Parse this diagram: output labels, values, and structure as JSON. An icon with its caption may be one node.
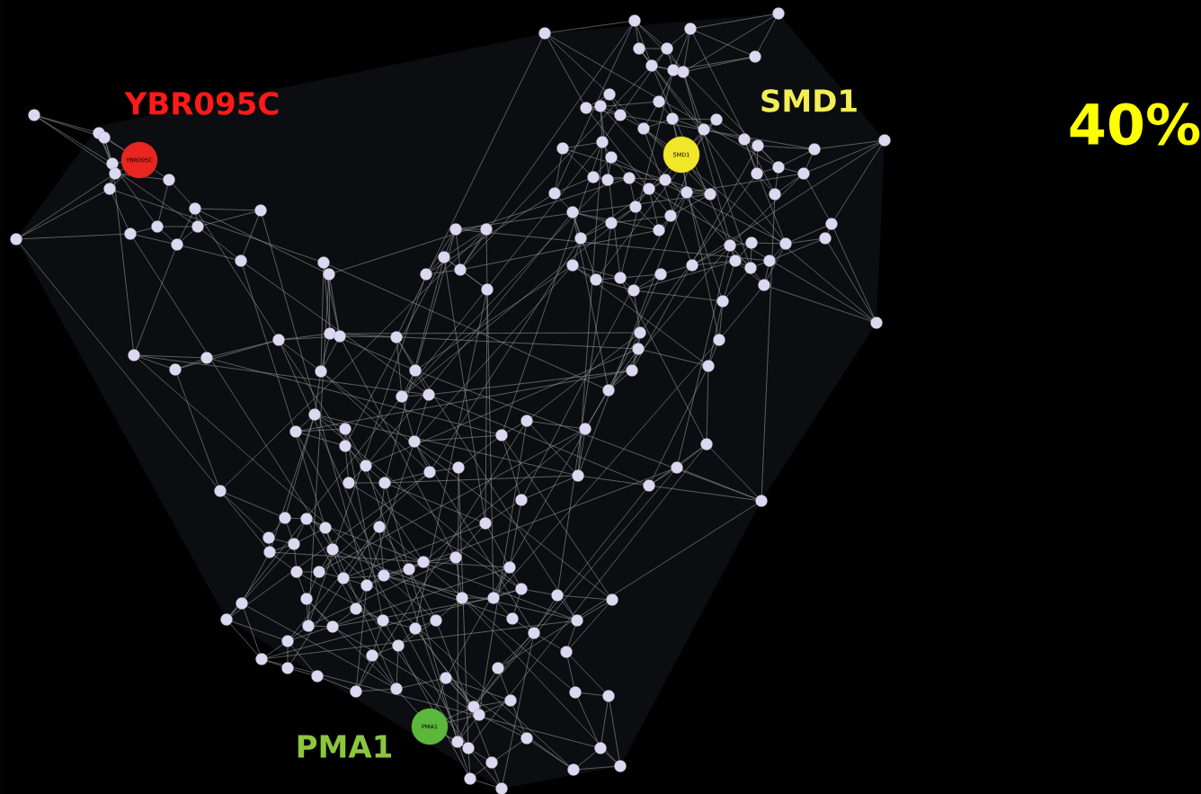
{
  "diagram": {
    "nodes": [
      {
        "text": [
          "YBR095C"
        ],
        "beside": [
          "YBR095C"
        ]
      },
      {
        "text": [
          "SMD1"
        ],
        "beside": [
          "SMD1"
        ]
      },
      {
        "text": [
          "PMA1"
        ],
        "beside": [
          "PMA1"
        ]
      }
    ],
    "labels": [
      "40%"
    ]
  }
}
